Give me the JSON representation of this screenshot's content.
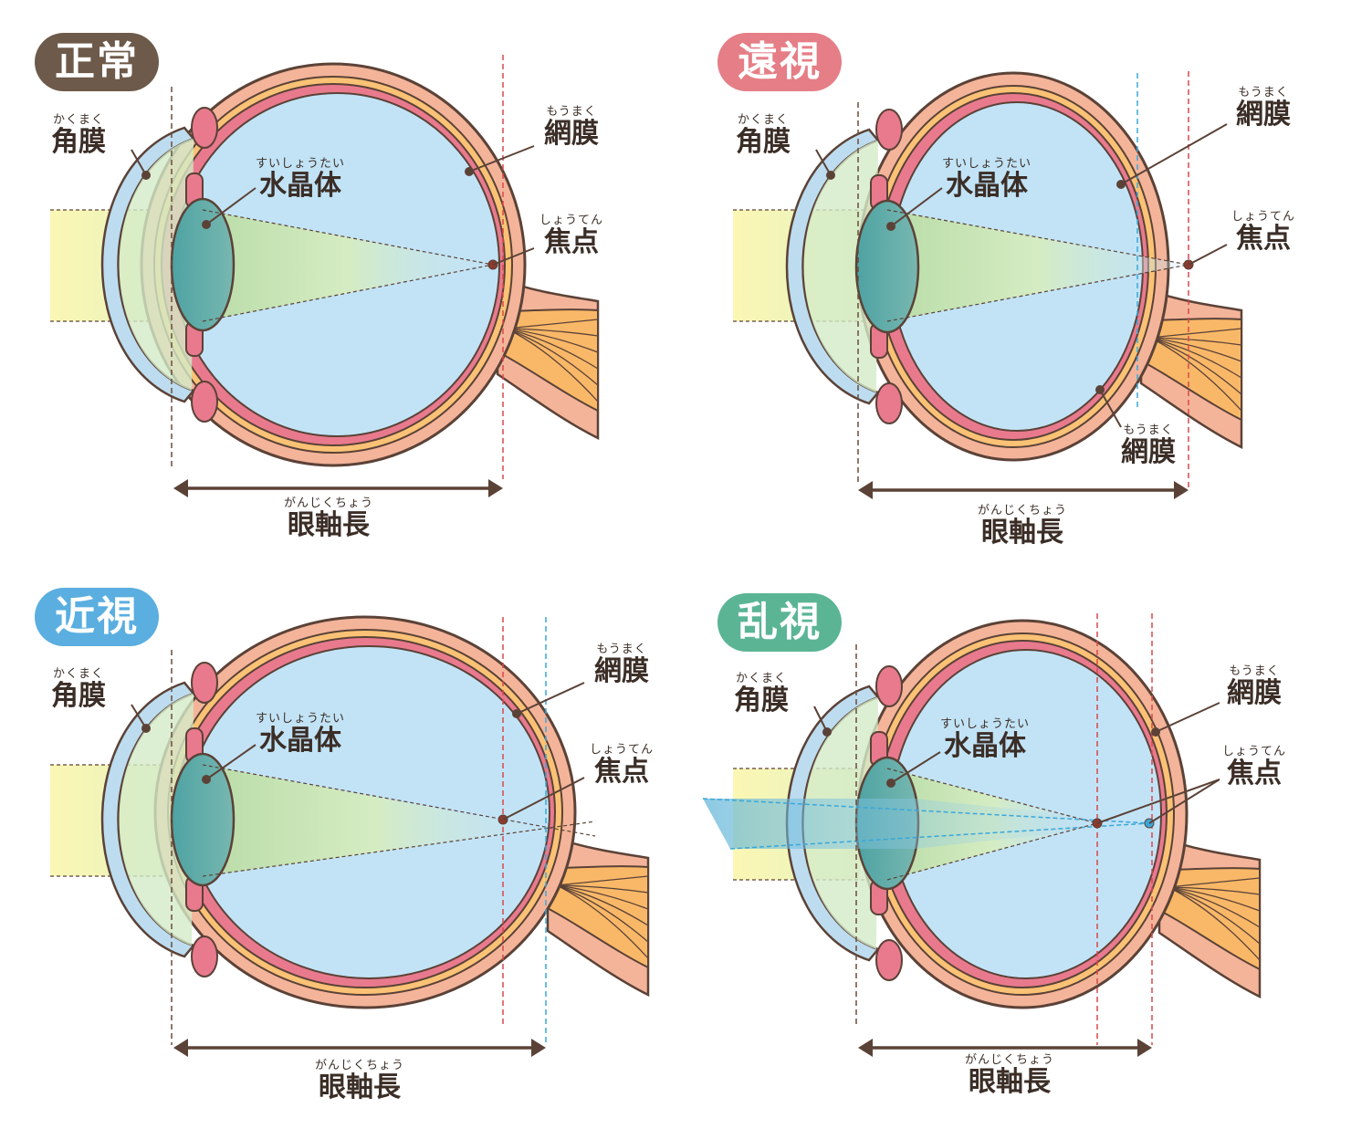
{
  "colors": {
    "outline": "#5b4237",
    "sclera": "#f4b49a",
    "choroid": "#fbc276",
    "retina": "#e97a8e",
    "vitreous": "#c2e3f6",
    "lens": "#5da8a6",
    "cornea": "#bddcef",
    "nerve": "#f9b868",
    "light": "#fbf7b6",
    "blue_light": "#9ed5ee",
    "dash_red": "#d9484a",
    "dash_blue": "#3ba7d9",
    "dash_brown": "#6b4c3b"
  },
  "panels": [
    {
      "id": "normal",
      "title": "正常",
      "badge_color": "#6d5a4a",
      "labels": {
        "cornea": {
          "ruby": "かくまく",
          "text": "角膜"
        },
        "lens": {
          "ruby": "すいしょうたい",
          "text": "水晶体"
        },
        "retina": {
          "ruby": "もうまく",
          "text": "網膜"
        },
        "focus": {
          "ruby": "しょうてん",
          "text": "焦点"
        },
        "axial": {
          "ruby": "がんじくちょう",
          "text": "眼軸長"
        }
      }
    },
    {
      "id": "hyperopia",
      "title": "遠視",
      "badge_color": "#e57e86",
      "labels": {
        "cornea": {
          "ruby": "かくまく",
          "text": "角膜"
        },
        "lens": {
          "ruby": "すいしょうたい",
          "text": "水晶体"
        },
        "retina": {
          "ruby": "もうまく",
          "text": "網膜"
        },
        "retina2": {
          "ruby": "もうまく",
          "text": "網膜"
        },
        "focus": {
          "ruby": "しょうてん",
          "text": "焦点"
        },
        "axial": {
          "ruby": "がんじくちょう",
          "text": "眼軸長"
        }
      }
    },
    {
      "id": "myopia",
      "title": "近視",
      "badge_color": "#5aaee0",
      "labels": {
        "cornea": {
          "ruby": "かくまく",
          "text": "角膜"
        },
        "lens": {
          "ruby": "すいしょうたい",
          "text": "水晶体"
        },
        "retina": {
          "ruby": "もうまく",
          "text": "網膜"
        },
        "focus": {
          "ruby": "しょうてん",
          "text": "焦点"
        },
        "axial": {
          "ruby": "がんじくちょう",
          "text": "眼軸長"
        }
      }
    },
    {
      "id": "astigmatism",
      "title": "乱視",
      "badge_color": "#5bb595",
      "labels": {
        "cornea": {
          "ruby": "かくまく",
          "text": "角膜"
        },
        "lens": {
          "ruby": "すいしょうたい",
          "text": "水晶体"
        },
        "retina": {
          "ruby": "もうまく",
          "text": "網膜"
        },
        "focus": {
          "ruby": "しょうてん",
          "text": "焦点"
        },
        "axial": {
          "ruby": "がんじくちょう",
          "text": "眼軸長"
        }
      }
    }
  ]
}
